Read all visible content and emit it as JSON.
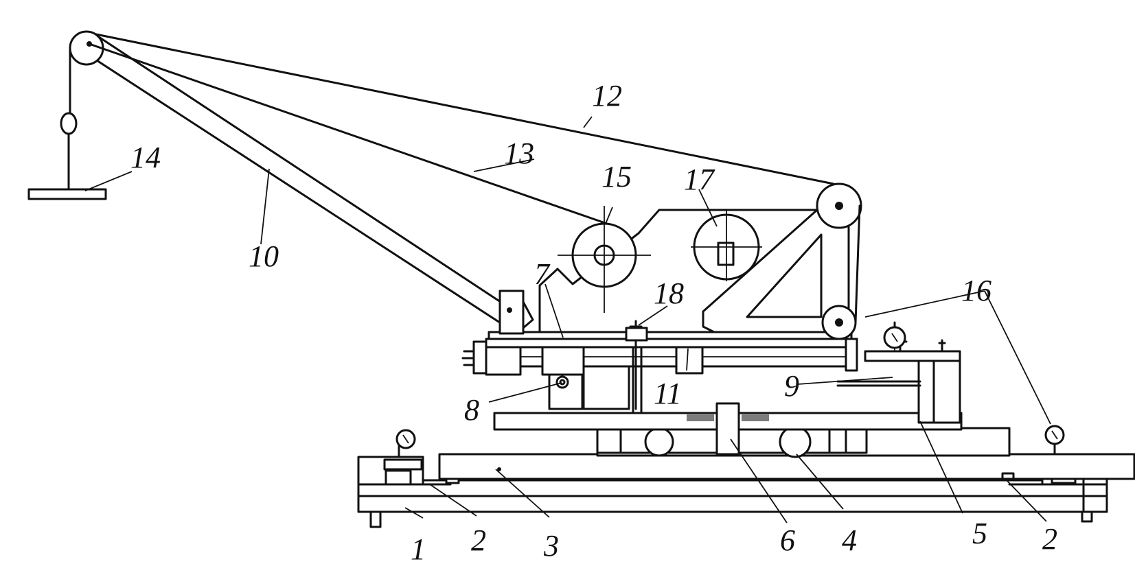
{
  "labels": [
    {
      "key": "p1",
      "text": "1"
    },
    {
      "key": "p2a",
      "text": "2"
    },
    {
      "key": "p3",
      "text": "3"
    },
    {
      "key": "p6",
      "text": "6"
    },
    {
      "key": "p4",
      "text": "4"
    },
    {
      "key": "p5",
      "text": "5"
    },
    {
      "key": "p2b",
      "text": "2"
    },
    {
      "key": "p7",
      "text": "7"
    },
    {
      "key": "p8",
      "text": "8"
    },
    {
      "key": "p9",
      "text": "9"
    },
    {
      "key": "p10",
      "text": "10"
    },
    {
      "key": "p11",
      "text": "11"
    },
    {
      "key": "p12",
      "text": "12"
    },
    {
      "key": "p13",
      "text": "13"
    },
    {
      "key": "p14",
      "text": "14"
    },
    {
      "key": "p15",
      "text": "15"
    },
    {
      "key": "p16",
      "text": "16"
    },
    {
      "key": "p17",
      "text": "17"
    },
    {
      "key": "p18",
      "text": "18"
    }
  ]
}
